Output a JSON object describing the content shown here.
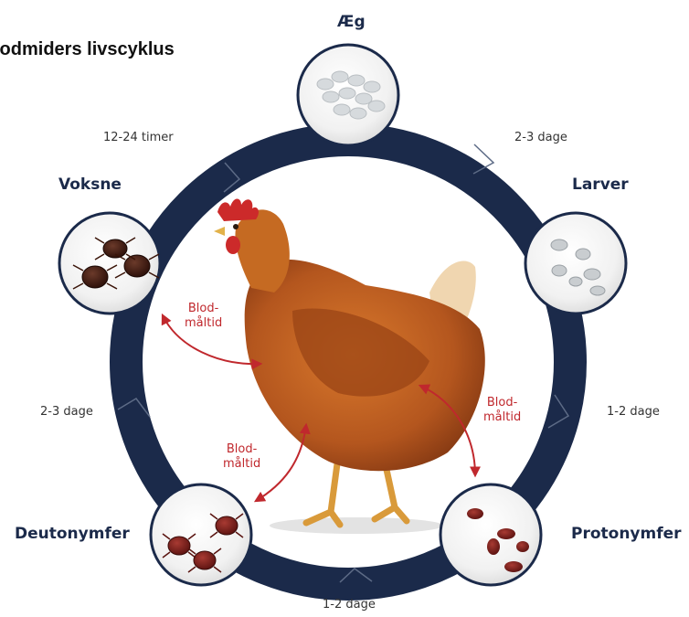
{
  "title": "lodmiders livscyklus",
  "stages": {
    "eggs": "Æg",
    "larvae": "Larver",
    "protonymphs": "Protonymfer",
    "deutonymphs": "Deutonymfer",
    "adults": "Voksne"
  },
  "durations": {
    "eggs_to_larvae": "2-3 dage",
    "larvae_to_protonymphs": "1-2 dage",
    "protonymphs_to_deutonymphs": "1-2 dage",
    "deutonymphs_to_adults": "2-3 dage",
    "adults_to_eggs": "12-24 timer"
  },
  "blood_meal": {
    "line1": "Blod-",
    "line2": "måltid"
  },
  "colors": {
    "ring": "#1b2a4a",
    "accent": "#c0282d",
    "hen": "#b4561e",
    "mite": "#7a1c1c"
  }
}
